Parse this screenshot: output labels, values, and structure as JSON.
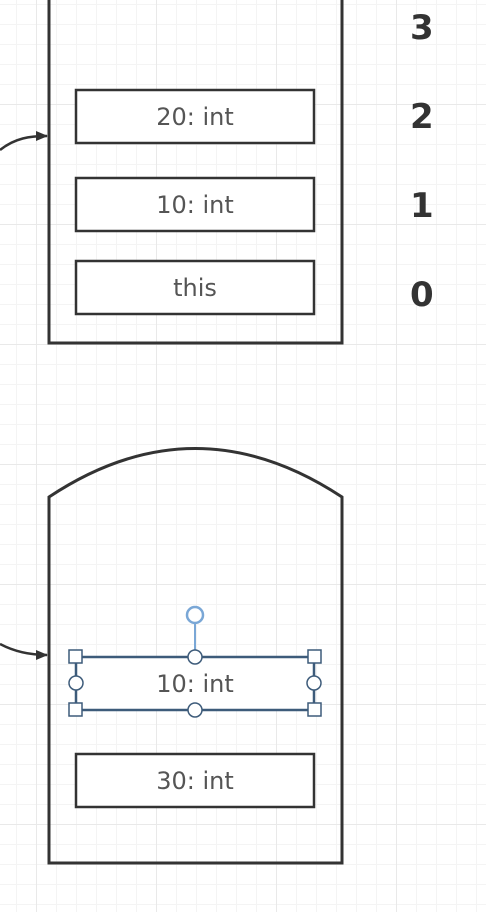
{
  "colors": {
    "stroke": "#333333",
    "selection": "#3d5b7a",
    "handle": "#7aa7d6",
    "text": "#555555"
  },
  "upper_frame": {
    "cells": [
      {
        "label": "20:  int"
      },
      {
        "label": "10:  int"
      },
      {
        "label": "this"
      }
    ],
    "slots": [
      "3",
      "2",
      "1",
      "0"
    ]
  },
  "lower_frame": {
    "cells": [
      {
        "label": "10:  int",
        "selected": true
      },
      {
        "label": "30:  int"
      }
    ]
  }
}
